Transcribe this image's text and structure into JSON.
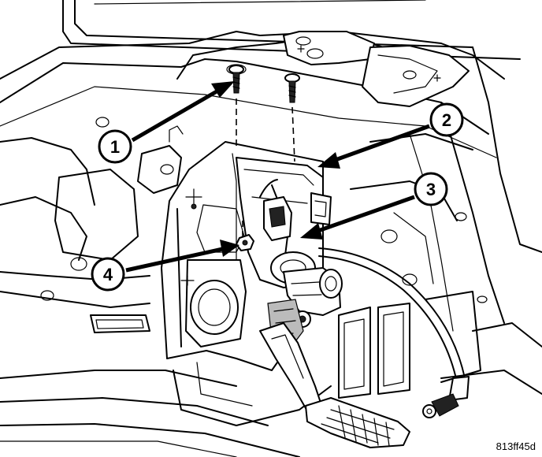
{
  "callouts": [
    {
      "number": "1"
    },
    {
      "number": "2"
    },
    {
      "number": "3"
    },
    {
      "number": "4"
    }
  ],
  "figure_id": "813ff45d"
}
